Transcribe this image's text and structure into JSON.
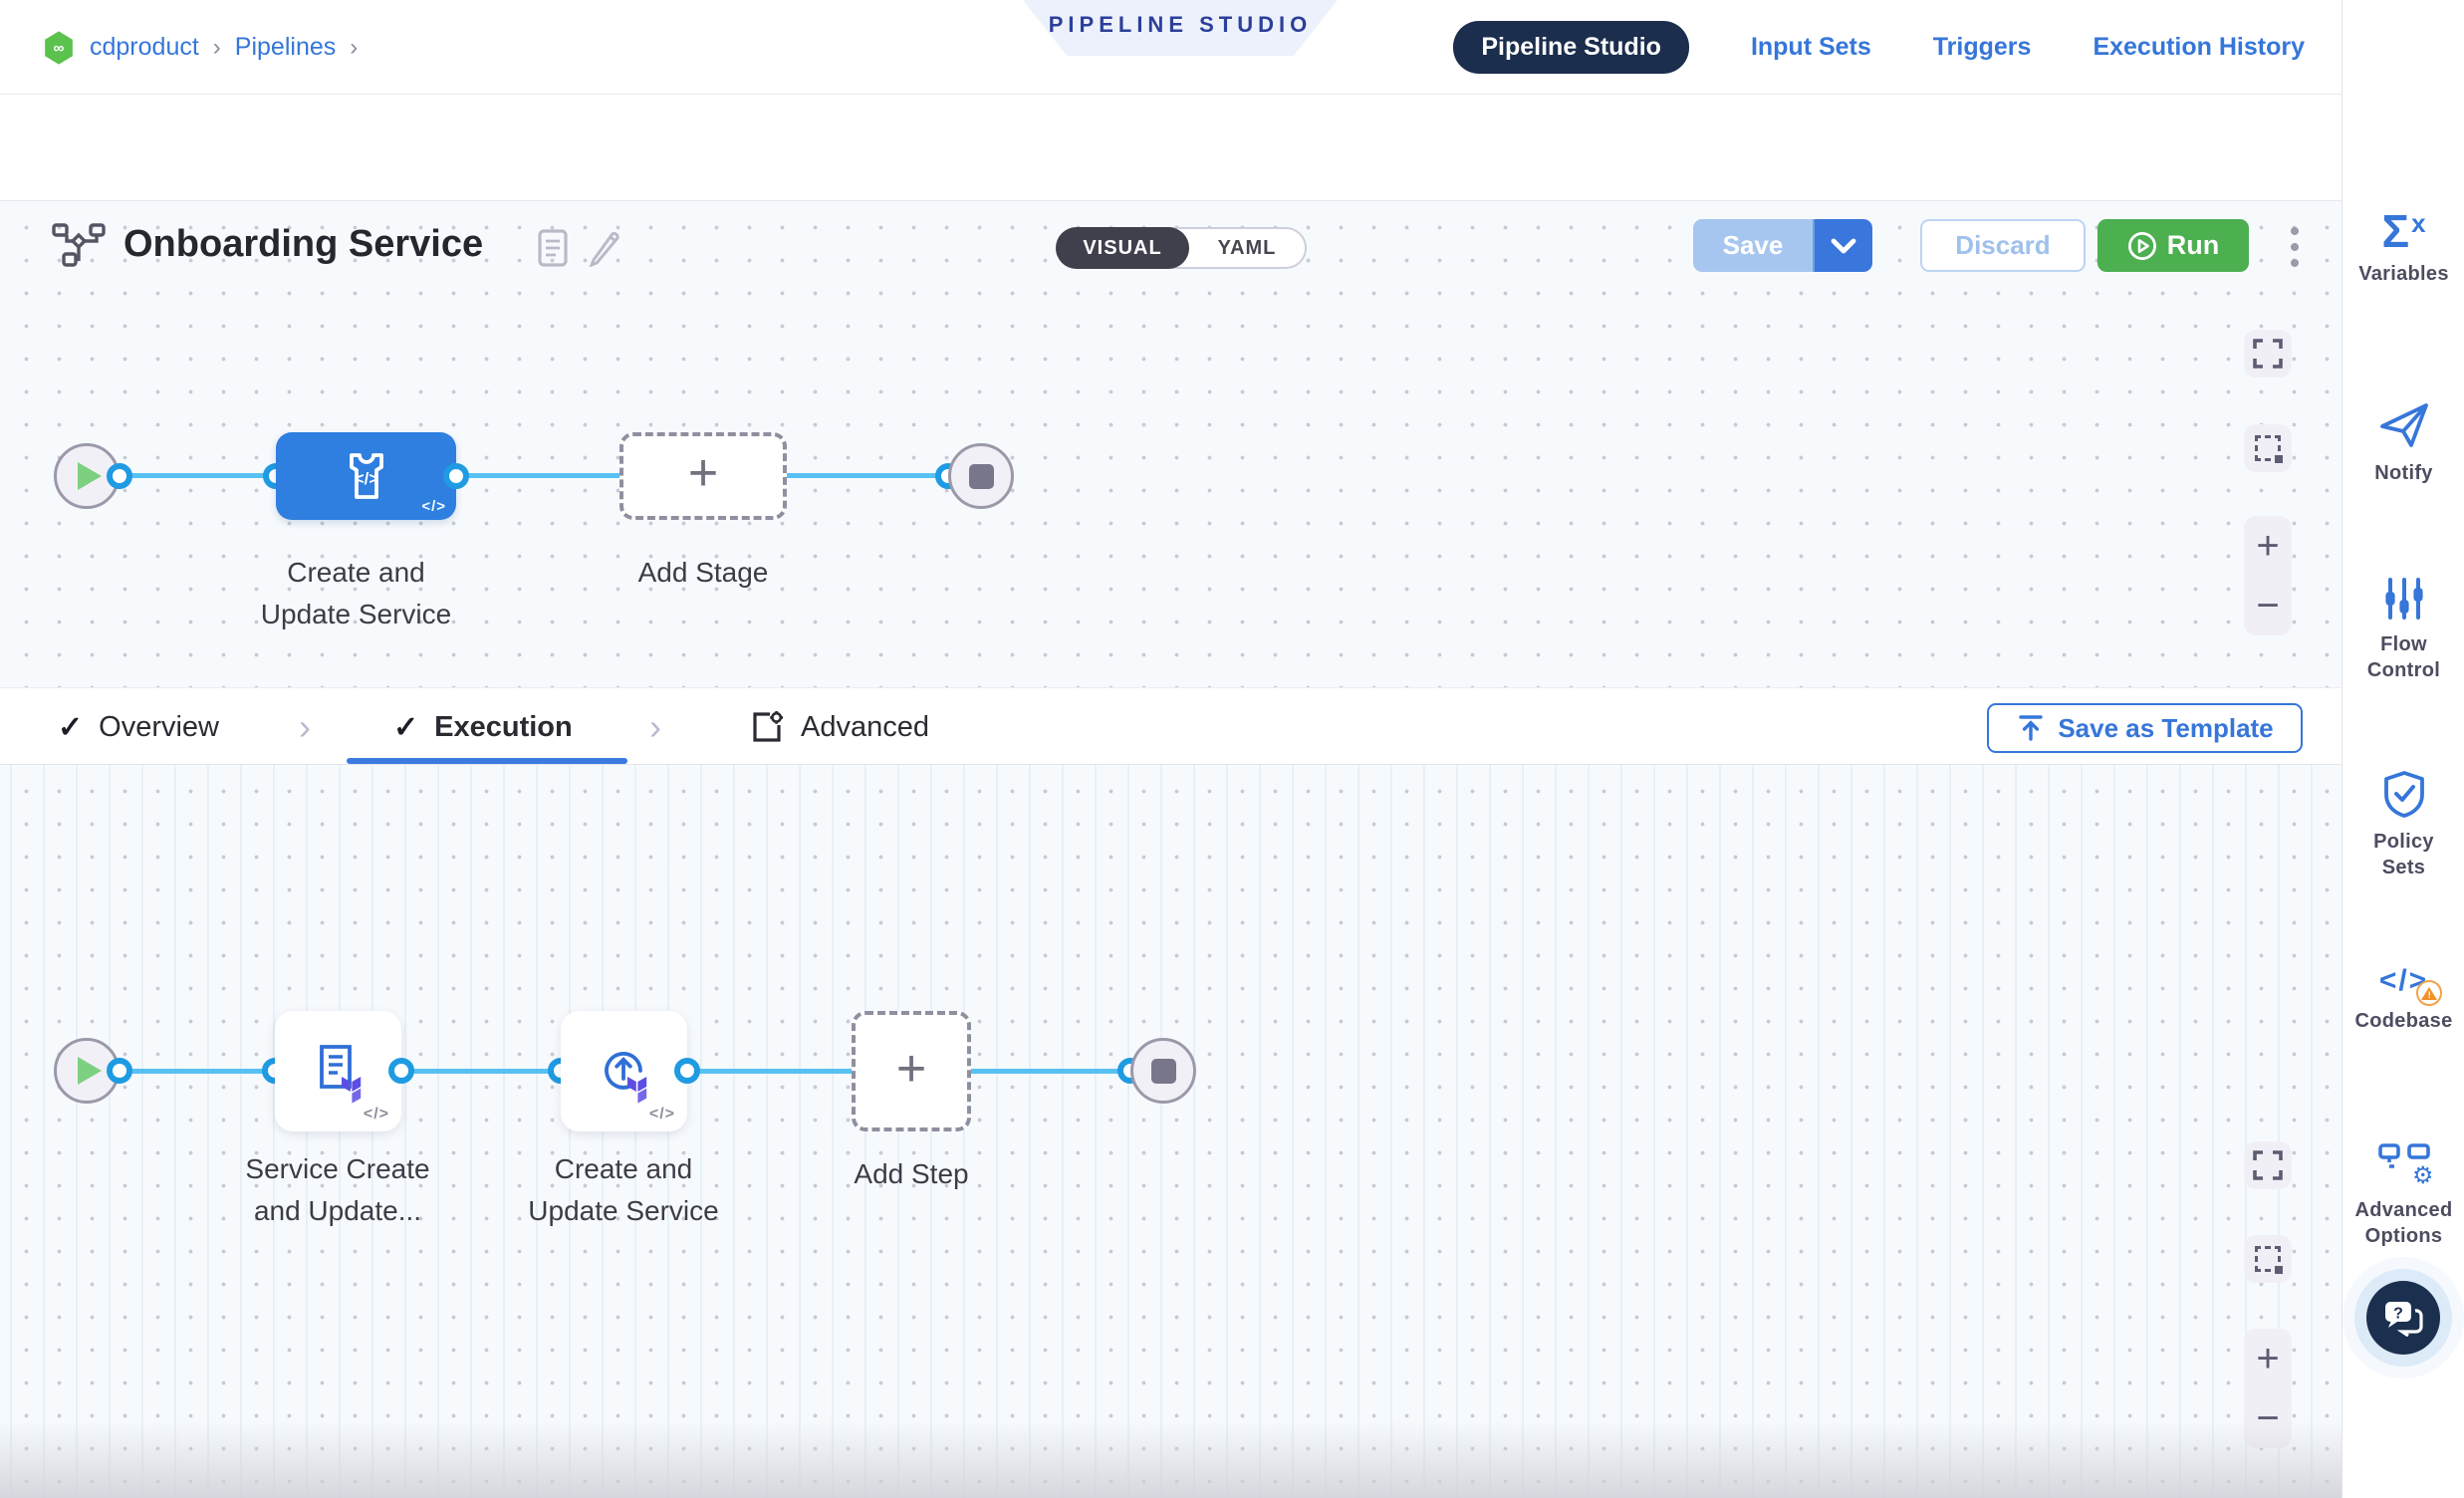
{
  "header": {
    "breadcrumb": {
      "project": "cdproduct",
      "separator": "›",
      "section": "Pipelines"
    },
    "studio_badge": "PIPELINE STUDIO",
    "nav": {
      "pipeline_studio": "Pipeline Studio",
      "input_sets": "Input Sets",
      "triggers": "Triggers",
      "execution_history": "Execution History"
    }
  },
  "toolbar": {
    "pipeline_name": "Onboarding Service",
    "mode_toggle": {
      "visual": "VISUAL",
      "yaml": "YAML"
    },
    "save": "Save",
    "discard": "Discard",
    "run": "Run"
  },
  "stage_canvas": {
    "stage_label": "Create and\nUpdate Service",
    "add_stage": "Add Stage"
  },
  "config_tabs": {
    "check_glyph": "✓",
    "separator": "›",
    "overview": "Overview",
    "execution": "Execution",
    "advanced": "Advanced",
    "save_as_template": "Save as Template"
  },
  "step_canvas": {
    "step1_label": "Service Create\nand Update...",
    "step2_label": "Create and\nUpdate Service",
    "add_step": "Add Step"
  },
  "sidebar": {
    "items": [
      {
        "label": "Variables",
        "icon": "sigma-x-icon"
      },
      {
        "label": "Notify",
        "icon": "paper-plane-icon"
      },
      {
        "label": "Flow\nControl",
        "icon": "sliders-icon"
      },
      {
        "label": "Policy\nSets",
        "icon": "shield-check-icon"
      },
      {
        "label": "Codebase",
        "icon": "code-warning-icon"
      },
      {
        "label": "Advanced\nOptions",
        "icon": "flowchart-gear-icon"
      }
    ]
  },
  "glyphs": {
    "plus": "+",
    "minus": "−",
    "infinity": "∞",
    "sigma": "Σ",
    "x": "x",
    "code": "</>",
    "gear": "⚙",
    "question": "?",
    "warning": "!"
  },
  "colors": {
    "accent_blue": "#3676d9",
    "link_line_blue": "#57c1f2",
    "stage_blue": "#2e7fe0",
    "run_green": "#4caf50",
    "navy": "#1b2e4d",
    "terraform_purple": "#5c4ee5",
    "warning_orange": "#f29124"
  }
}
